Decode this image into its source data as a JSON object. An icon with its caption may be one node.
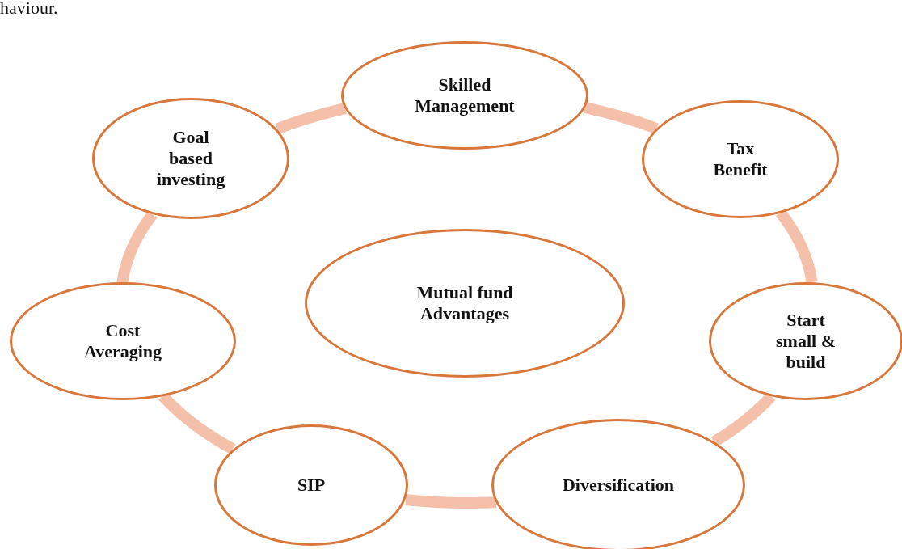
{
  "diagram": {
    "nodes": [
      {
        "text": [
          "Mutual fund Advantages"
        ]
      },
      {
        "text": [
          "Skilled Management"
        ]
      },
      {
        "text": [
          "Tax Benefit"
        ]
      },
      {
        "text": [
          "Start small & build"
        ]
      },
      {
        "text": [
          "Diversification"
        ]
      },
      {
        "text": [
          "SIP"
        ]
      },
      {
        "text": [
          "Cost Averaging"
        ]
      },
      {
        "text": [
          "Goal based investing"
        ]
      }
    ],
    "edges": [
      {
        "from": 1,
        "to": 2,
        "arrow": "none"
      },
      {
        "from": 2,
        "to": 3,
        "arrow": "none"
      },
      {
        "from": 3,
        "to": 4,
        "arrow": "none"
      },
      {
        "from": 4,
        "to": 5,
        "arrow": "none"
      },
      {
        "from": 5,
        "to": 6,
        "arrow": "none"
      },
      {
        "from": 6,
        "to": 7,
        "arrow": "none"
      },
      {
        "from": 7,
        "to": 1,
        "arrow": "none"
      }
    ],
    "labels": [
      "haviour."
    ]
  }
}
